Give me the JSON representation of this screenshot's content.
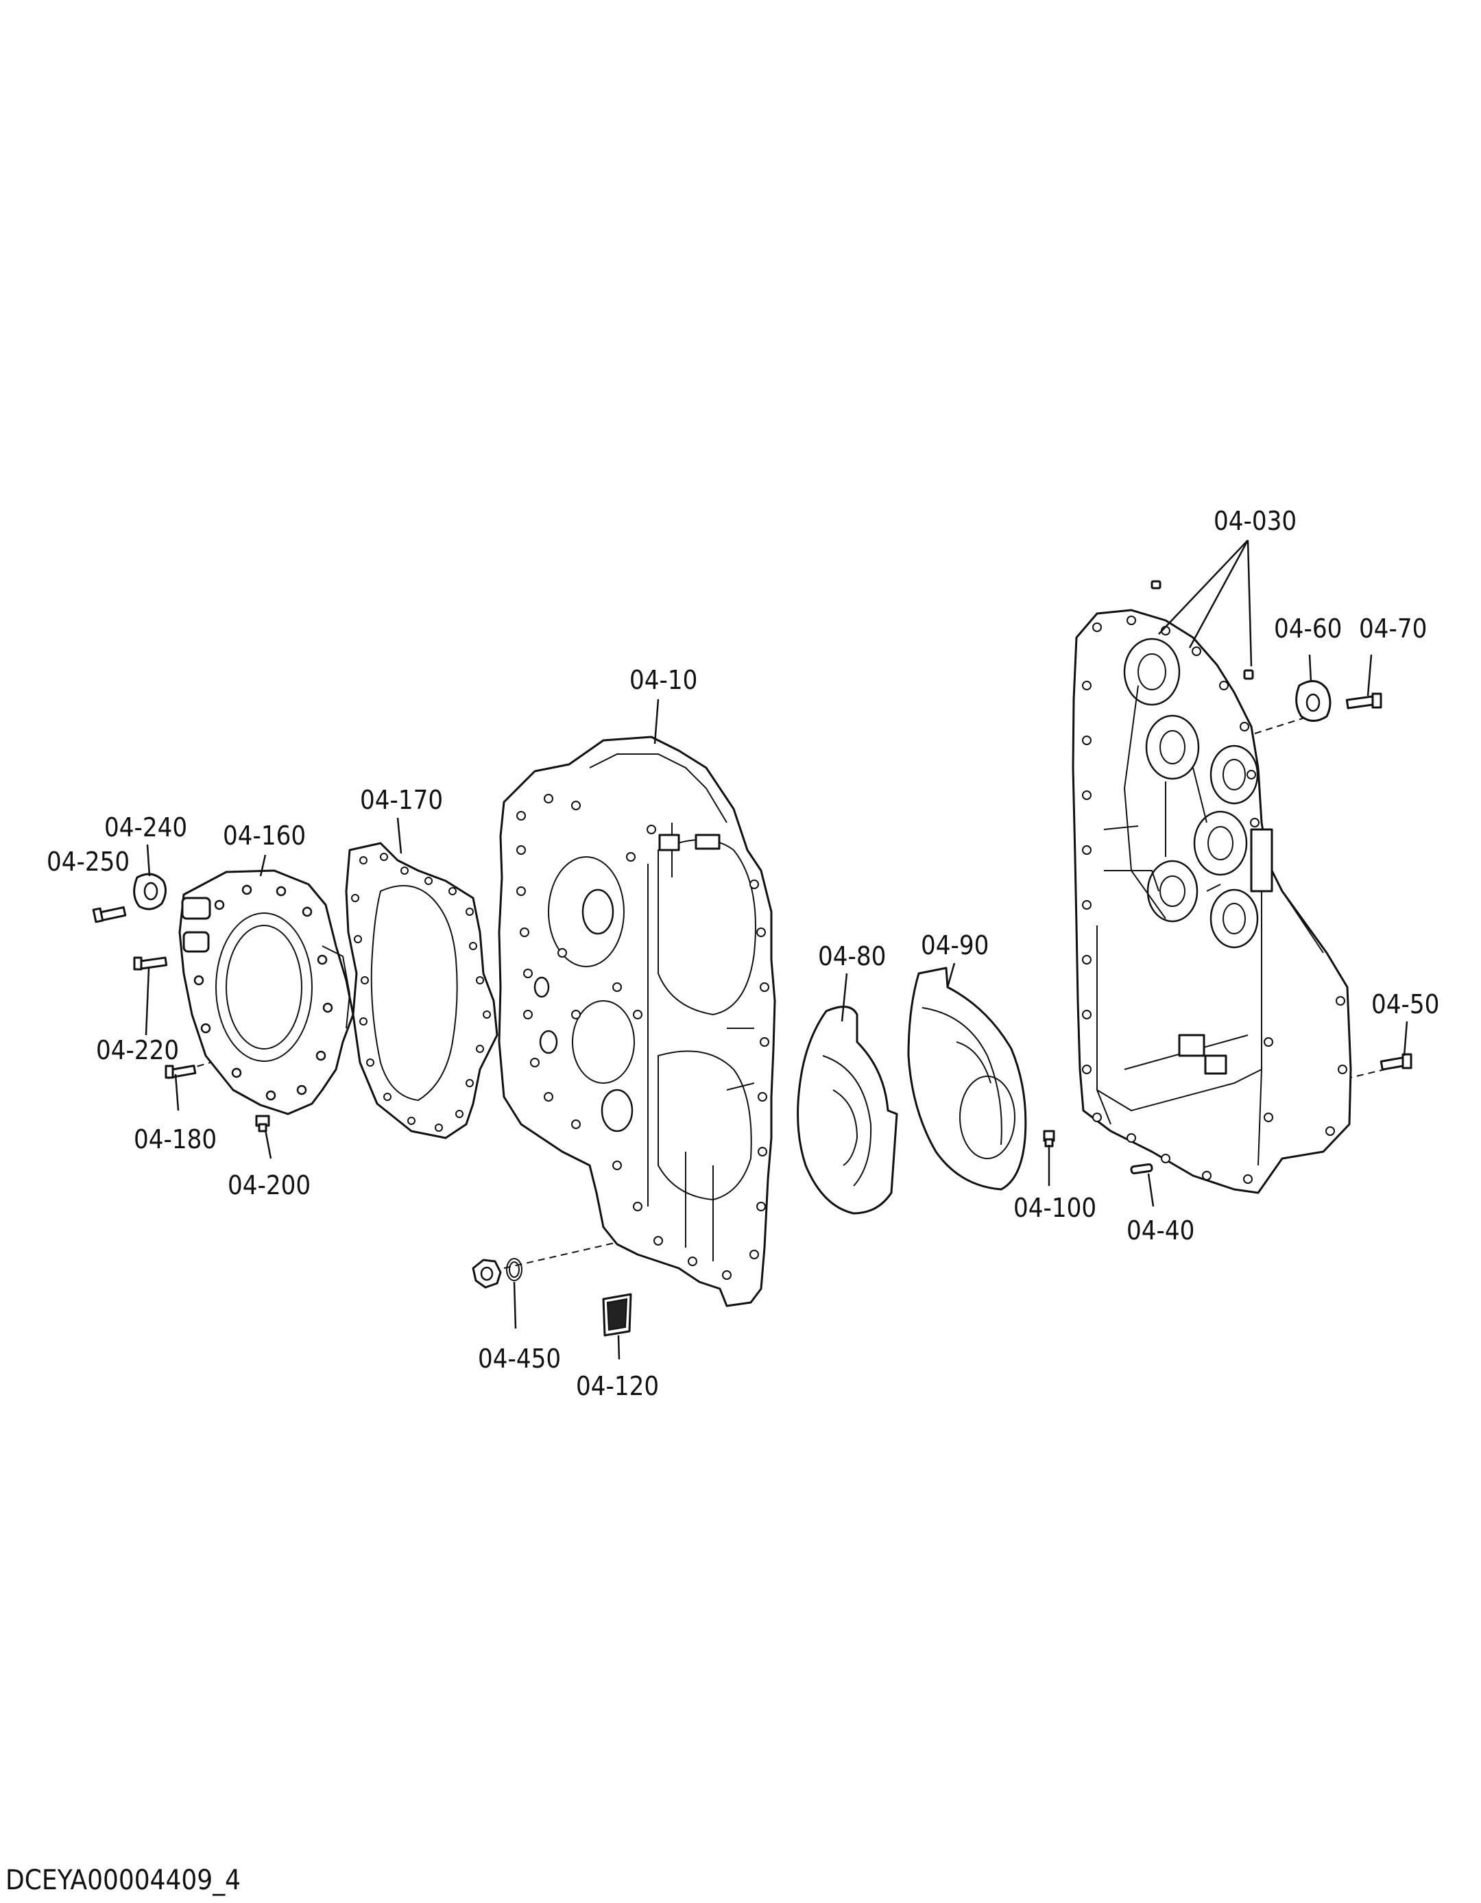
{
  "labels": {
    "p04_030": "04-030",
    "p04_60": "04-60",
    "p04_70": "04-70",
    "p04_10": "04-10",
    "p04_170": "04-170",
    "p04_240": "04-240",
    "p04_160": "04-160",
    "p04_250": "04-250",
    "p04_90": "04-90",
    "p04_80": "04-80",
    "p04_50": "04-50",
    "p04_220": "04-220",
    "p04_180": "04-180",
    "p04_100": "04-100",
    "p04_40": "04-40",
    "p04_200": "04-200",
    "p04_450": "04-450",
    "p04_120": "04-120"
  },
  "drawing_code": "DCEYA00004409_4"
}
